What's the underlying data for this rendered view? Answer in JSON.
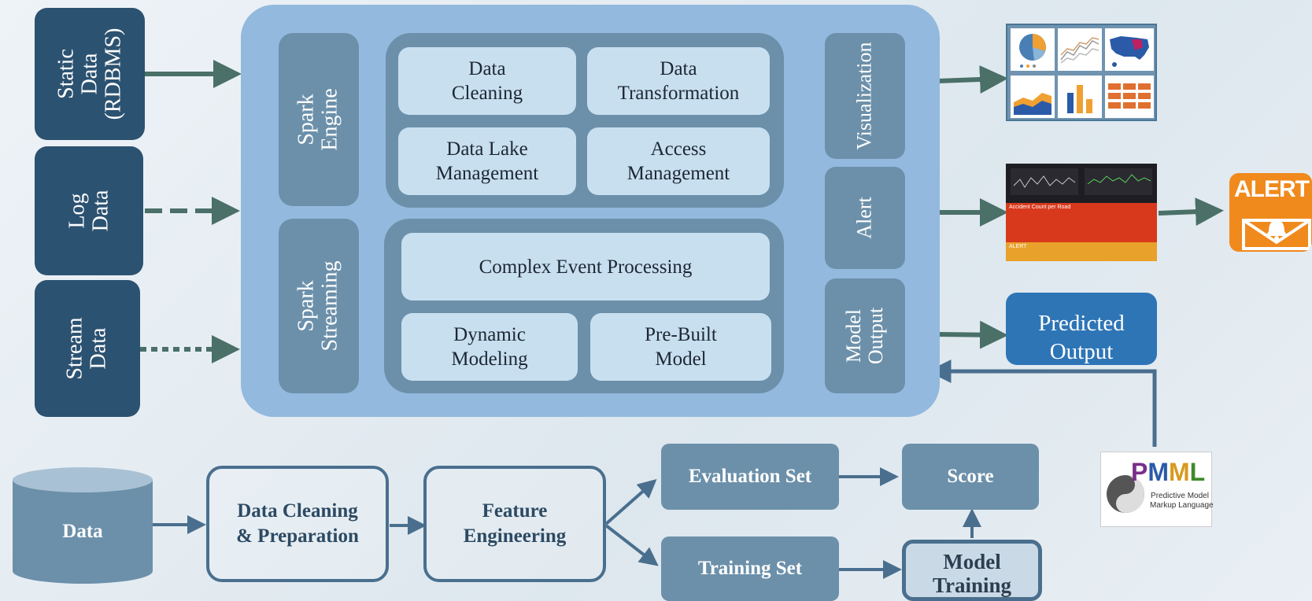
{
  "sources": {
    "static": "Static\nData\n(RDBMS)",
    "log": "Log\nData",
    "stream": "Stream\nData"
  },
  "engines": {
    "spark_engine": "Spark\nEngine",
    "spark_streaming": "Spark\nStreaming"
  },
  "batch_functions": {
    "data_cleaning": "Data\nCleaning",
    "data_transformation": "Data\nTransformation",
    "data_lake": "Data Lake\nManagement",
    "access": "Access\nManagement"
  },
  "streaming_functions": {
    "cep": "Complex Event Processing",
    "dynamic": "Dynamic\nModeling",
    "prebuilt": "Pre-Built\nModel"
  },
  "outputs": {
    "visualization": "Visualization",
    "alert": "Alert",
    "model_output": "Model\nOutput"
  },
  "predicted_output": "Predicted\nOutput",
  "alert_icon_text": "ALERT",
  "alert_dashboard": {
    "row1": "Accident Count per Road",
    "row2": "ALERT"
  },
  "pmml": {
    "letters": [
      "P",
      "M",
      "M",
      "L"
    ],
    "letter_colors": [
      "#7a2e8a",
      "#2b5aa8",
      "#d89a1e",
      "#3f8a2c"
    ],
    "caption": "Predictive Model\nMarkup Language"
  },
  "pipeline": {
    "data": "Data",
    "cleaning": "Data Cleaning\n& Preparation",
    "feature": "Feature\nEngineering",
    "evaluation": "Evaluation Set",
    "training": "Training Set",
    "score": "Score",
    "model_training": "Model\nTraining"
  },
  "colors": {
    "dark_blue": "#2c5271",
    "panel": "#93b9de",
    "slate": "#6c90aa",
    "cell": "#c8dff0",
    "arrow": "#4a7068",
    "predicted": "#2e75b6",
    "alert_red": "#d8391c",
    "alert_orange": "#f08a1c"
  }
}
